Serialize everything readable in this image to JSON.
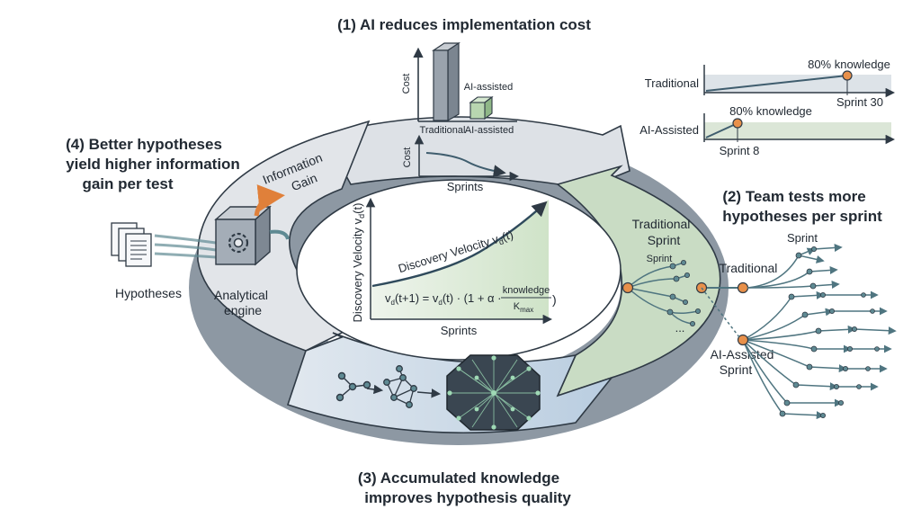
{
  "titles": {
    "step1": "(1) AI reduces implementation cost",
    "step2_line1": "(2) Team tests more",
    "step2_line2": "hypotheses per sprint",
    "step3_line1": "(3) Accumulated knowledge",
    "step3_line2": "improves hypothesis quality",
    "step4_line1": "(4) Better hypotheses",
    "step4_line2": "yield higher information",
    "step4_line3": "gain per test"
  },
  "cost_bar_chart": {
    "ylabel": "Cost",
    "categories": [
      "Traditional",
      "AI-assisted"
    ],
    "ai_box_label": "AI-assisted"
  },
  "cost_curve": {
    "ylabel": "Cost",
    "xlabel": "Sprints"
  },
  "timeline": {
    "rows": [
      {
        "label": "Traditional",
        "marker_label": "80% knowledge",
        "sprint_label": "Sprint 30"
      },
      {
        "label": "AI-Assisted",
        "marker_label": "80% knowledge",
        "sprint_label": "Sprint 8"
      }
    ]
  },
  "velocity_chart": {
    "ylabel_main": "Discovery Velocity v",
    "ylabel_sub": "d",
    "ylabel_tail": "(t)",
    "curve_label": "Discovery Velocity v",
    "curve_sub": "d",
    "curve_tail": "(t)",
    "xlabel": "Sprints",
    "formula_left": "v",
    "formula_left_sub": "d",
    "formula_left_tail": "(t+1) = v",
    "formula_mid_sub": "d",
    "formula_mid_tail": "(t) · (1 + α ·",
    "formula_num": "knowledge",
    "formula_den": "K",
    "formula_den_sub": "max",
    "formula_close": ")"
  },
  "engine": {
    "hypotheses_label": "Hypotheses",
    "engine_label_1": "Analytical",
    "engine_label_2": "engine",
    "gain_label_1": "Information",
    "gain_label_2": "Gain"
  },
  "sprints": {
    "traditional_sprint_1": "Traditional",
    "traditional_sprint_2": "Sprint",
    "sprint_small": "Sprint",
    "ellipsis": "...",
    "tree_sprint_label": "Sprint",
    "traditional_branch": "Traditional",
    "ai_branch_1": "AI-Assisted",
    "ai_branch_2": "Sprint"
  },
  "colors": {
    "ink": "#2f3a45",
    "ring_gray": "#d9dde2",
    "ring_green": "#c4d8c0",
    "ring_blue": "#c9d8e6",
    "accent_orange": "#e8904a",
    "teal": "#5f8a93",
    "green_block": "#b8d6b0"
  }
}
